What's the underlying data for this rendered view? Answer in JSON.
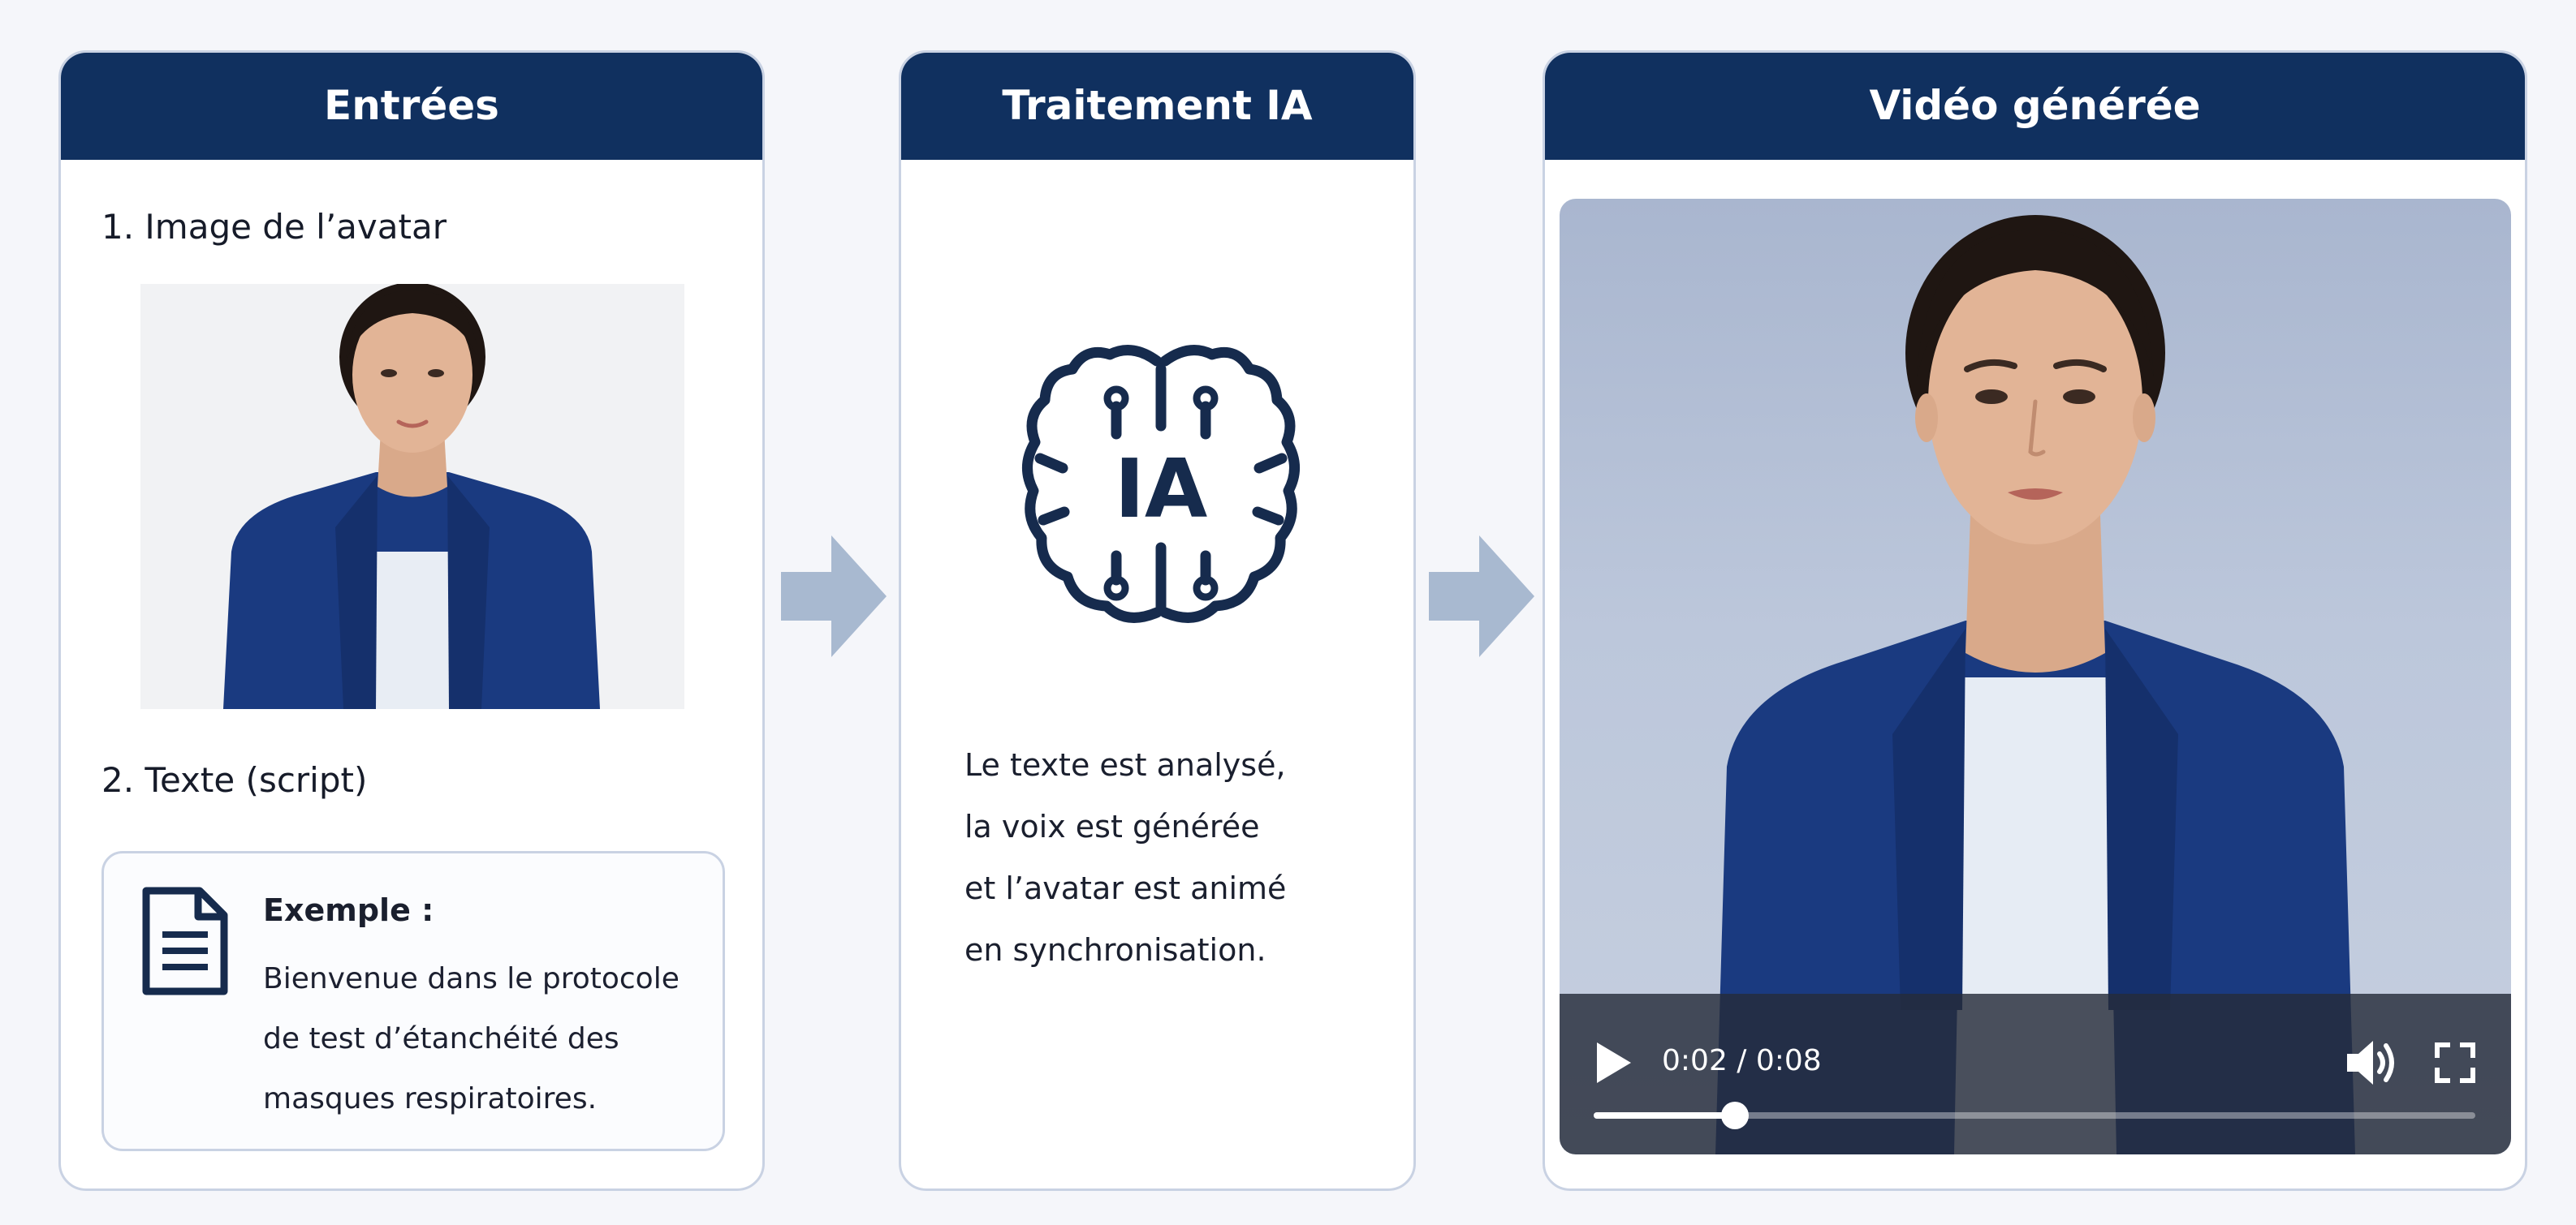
{
  "colors": {
    "header": "#10305f",
    "border": "#c9d2e3",
    "arrow": "#a8b9d0",
    "icon": "#162b4d",
    "jacket": "#1a3a80"
  },
  "inputs_panel": {
    "title": "Entrées",
    "avatar_section_title": "1. Image de l’avatar",
    "script_section_title": "2. Texte (script)",
    "example_label": "Exemple :",
    "example_lines": [
      "Bienvenue dans le protocole",
      "de test d’étanchéité des",
      "masques respiratoires."
    ]
  },
  "processing_panel": {
    "title": "Traitement IA",
    "brain_label": "IA",
    "description_lines": [
      "Le texte est analysé,",
      "la voix est générée",
      "et l’avatar est animé",
      "en synchronisation."
    ]
  },
  "output_panel": {
    "title": "Vidéo générée",
    "player": {
      "time": "0:02 / 0:08",
      "progress": 0.16
    }
  },
  "icons": [
    "document-icon",
    "brain-icon",
    "arrow-right-icon",
    "play-icon",
    "volume-icon",
    "fullscreen-icon"
  ]
}
